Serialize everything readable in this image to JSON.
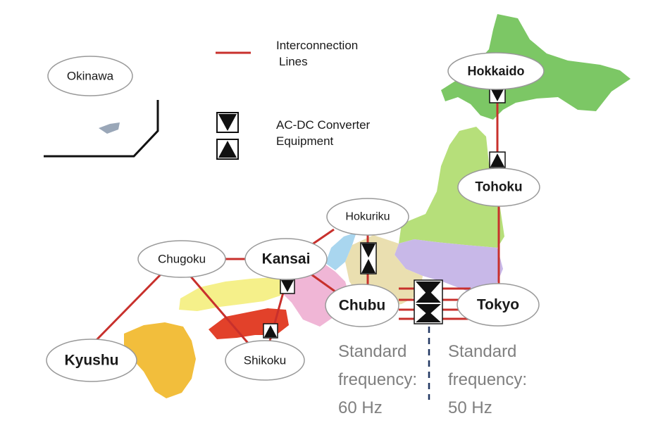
{
  "legend": {
    "line_label_1": "Interconnection",
    "line_label_2": "Lines",
    "converter_label_1": "AC-DC Converter",
    "converter_label_2": "Equipment"
  },
  "regions": {
    "okinawa": "Okinawa",
    "hokkaido": "Hokkaido",
    "tohoku": "Tohoku",
    "hokuriku": "Hokuriku",
    "chugoku": "Chugoku",
    "kansai": "Kansai",
    "chubu": "Chubu",
    "tokyo": "Tokyo",
    "kyushu": "Kyushu",
    "shikoku": "Shikoku"
  },
  "frequency": {
    "west_line1": "Standard",
    "west_line2": "frequency:",
    "west_line3": "60 Hz",
    "east_line1": "Standard",
    "east_line2": "frequency:",
    "east_line3": "50 Hz"
  },
  "colors": {
    "line": "#c8302c",
    "hokkaido": "#7cc765",
    "tohoku": "#b6df7a",
    "tokyo": "#c8b8e8",
    "chubu": "#eadfb0",
    "hokuriku": "#a9d6ef",
    "kansai": "#f0b6d6",
    "chugoku": "#f5f08a",
    "shikoku": "#e2412a",
    "kyushu": "#f2be3c"
  }
}
